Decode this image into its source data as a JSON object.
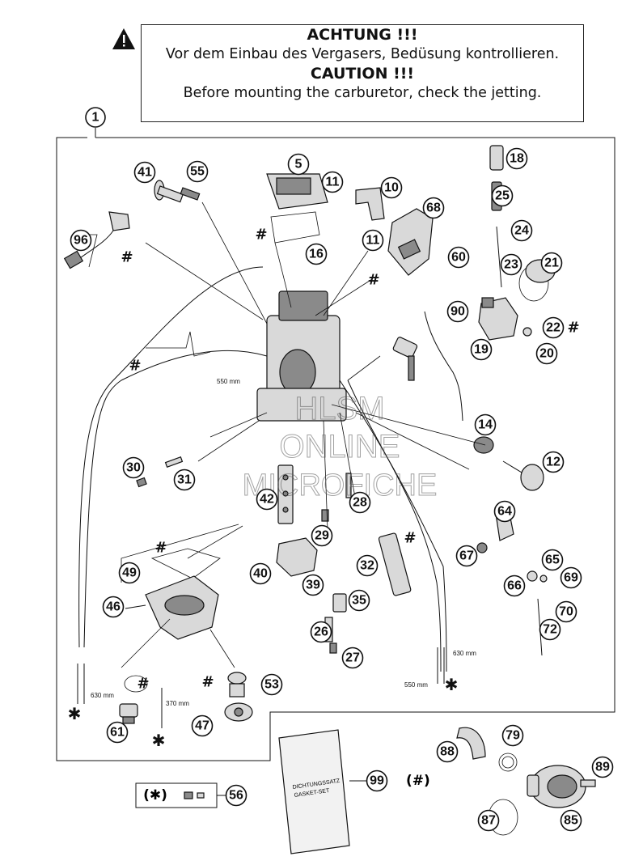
{
  "notice": {
    "de_title": "ACHTUNG !!!",
    "de_text": "Vor dem Einbau des Vergasers, Bedüsung kontrollieren.",
    "en_title": "CAUTION !!!",
    "en_text": "Before mounting the carburetor, check the jetting."
  },
  "assembly_number": "1",
  "callouts": [
    "5",
    "10",
    "11",
    "11",
    "12",
    "14",
    "16",
    "18",
    "19",
    "20",
    "21",
    "22",
    "23",
    "24",
    "25",
    "26",
    "27",
    "28",
    "29",
    "30",
    "31",
    "32",
    "35",
    "39",
    "40",
    "41",
    "42",
    "46",
    "47",
    "49",
    "53",
    "55",
    "56",
    "60",
    "61",
    "64",
    "65",
    "66",
    "67",
    "68",
    "69",
    "70",
    "72",
    "79",
    "85",
    "87",
    "88",
    "89",
    "90",
    "96",
    "99"
  ],
  "dimensions": {
    "d550a": "550 mm",
    "d630a": "630 mm",
    "d370": "370 mm",
    "d550b": "550 mm",
    "d630b": "630 mm"
  },
  "gasket_set": {
    "line1": "DICHTUNGSSATZ",
    "line2": "GASKET-SET",
    "suffix": "(#)"
  },
  "legend_star": "(✱)",
  "watermark": {
    "line1": "HLSM",
    "line2": "ONLINE",
    "line3": "MICROFICHE"
  },
  "marks": {
    "hash": "#",
    "star": "✱"
  }
}
